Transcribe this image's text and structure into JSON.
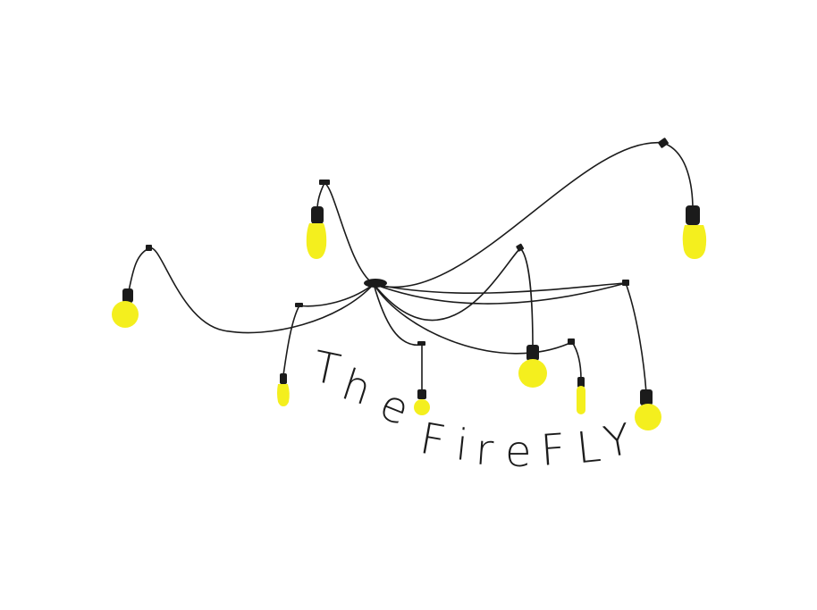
{
  "logo": {
    "wordmark": [
      "T",
      "h",
      "e",
      "F",
      "i",
      "r",
      "e",
      "F",
      "L",
      "Y"
    ],
    "colors": {
      "bulb": "#f4ef1e",
      "wire": "#1b1b1b",
      "background": "#ffffff"
    },
    "icon": "pendant-light-bulbs"
  }
}
